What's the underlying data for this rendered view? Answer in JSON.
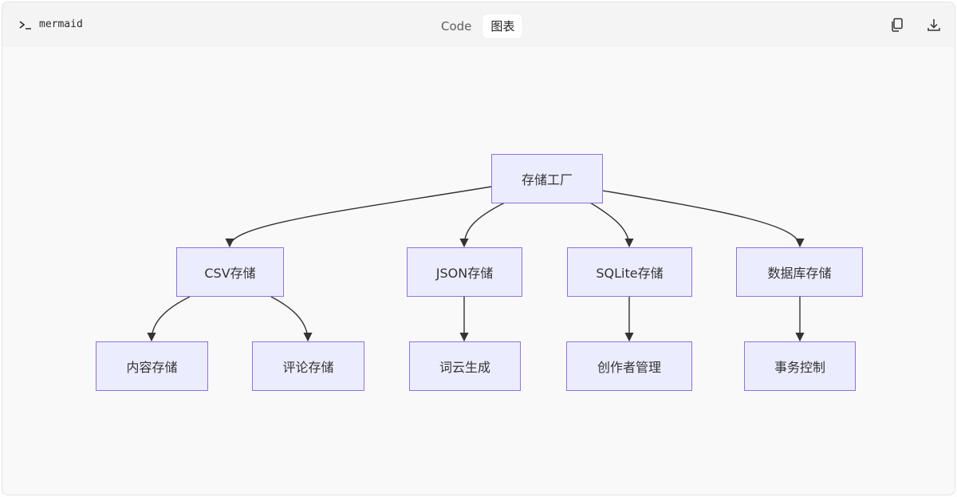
{
  "header": {
    "language_label": "mermaid",
    "language_icon": "terminal-prompt-icon",
    "tabs": [
      {
        "label": "Code",
        "active": false
      },
      {
        "label": "图表",
        "active": true
      }
    ],
    "actions": {
      "copy_icon": "copy-icon",
      "download_icon": "download-icon"
    }
  },
  "diagram": {
    "type": "flowchart-TD",
    "colors": {
      "node_fill": "#ececff",
      "node_border": "#9370DB",
      "edge": "#333333"
    },
    "nodes": {
      "root": "存储工厂",
      "csv": "CSV存储",
      "json": "JSON存储",
      "sqlite": "SQLite存储",
      "db": "数据库存储",
      "content": "内容存储",
      "comment": "评论存储",
      "wordcloud": "词云生成",
      "creator": "创作者管理",
      "tx": "事务控制"
    },
    "edges": [
      [
        "root",
        "csv"
      ],
      [
        "root",
        "json"
      ],
      [
        "root",
        "sqlite"
      ],
      [
        "root",
        "db"
      ],
      [
        "csv",
        "content"
      ],
      [
        "csv",
        "comment"
      ],
      [
        "json",
        "wordcloud"
      ],
      [
        "sqlite",
        "creator"
      ],
      [
        "db",
        "tx"
      ]
    ]
  }
}
